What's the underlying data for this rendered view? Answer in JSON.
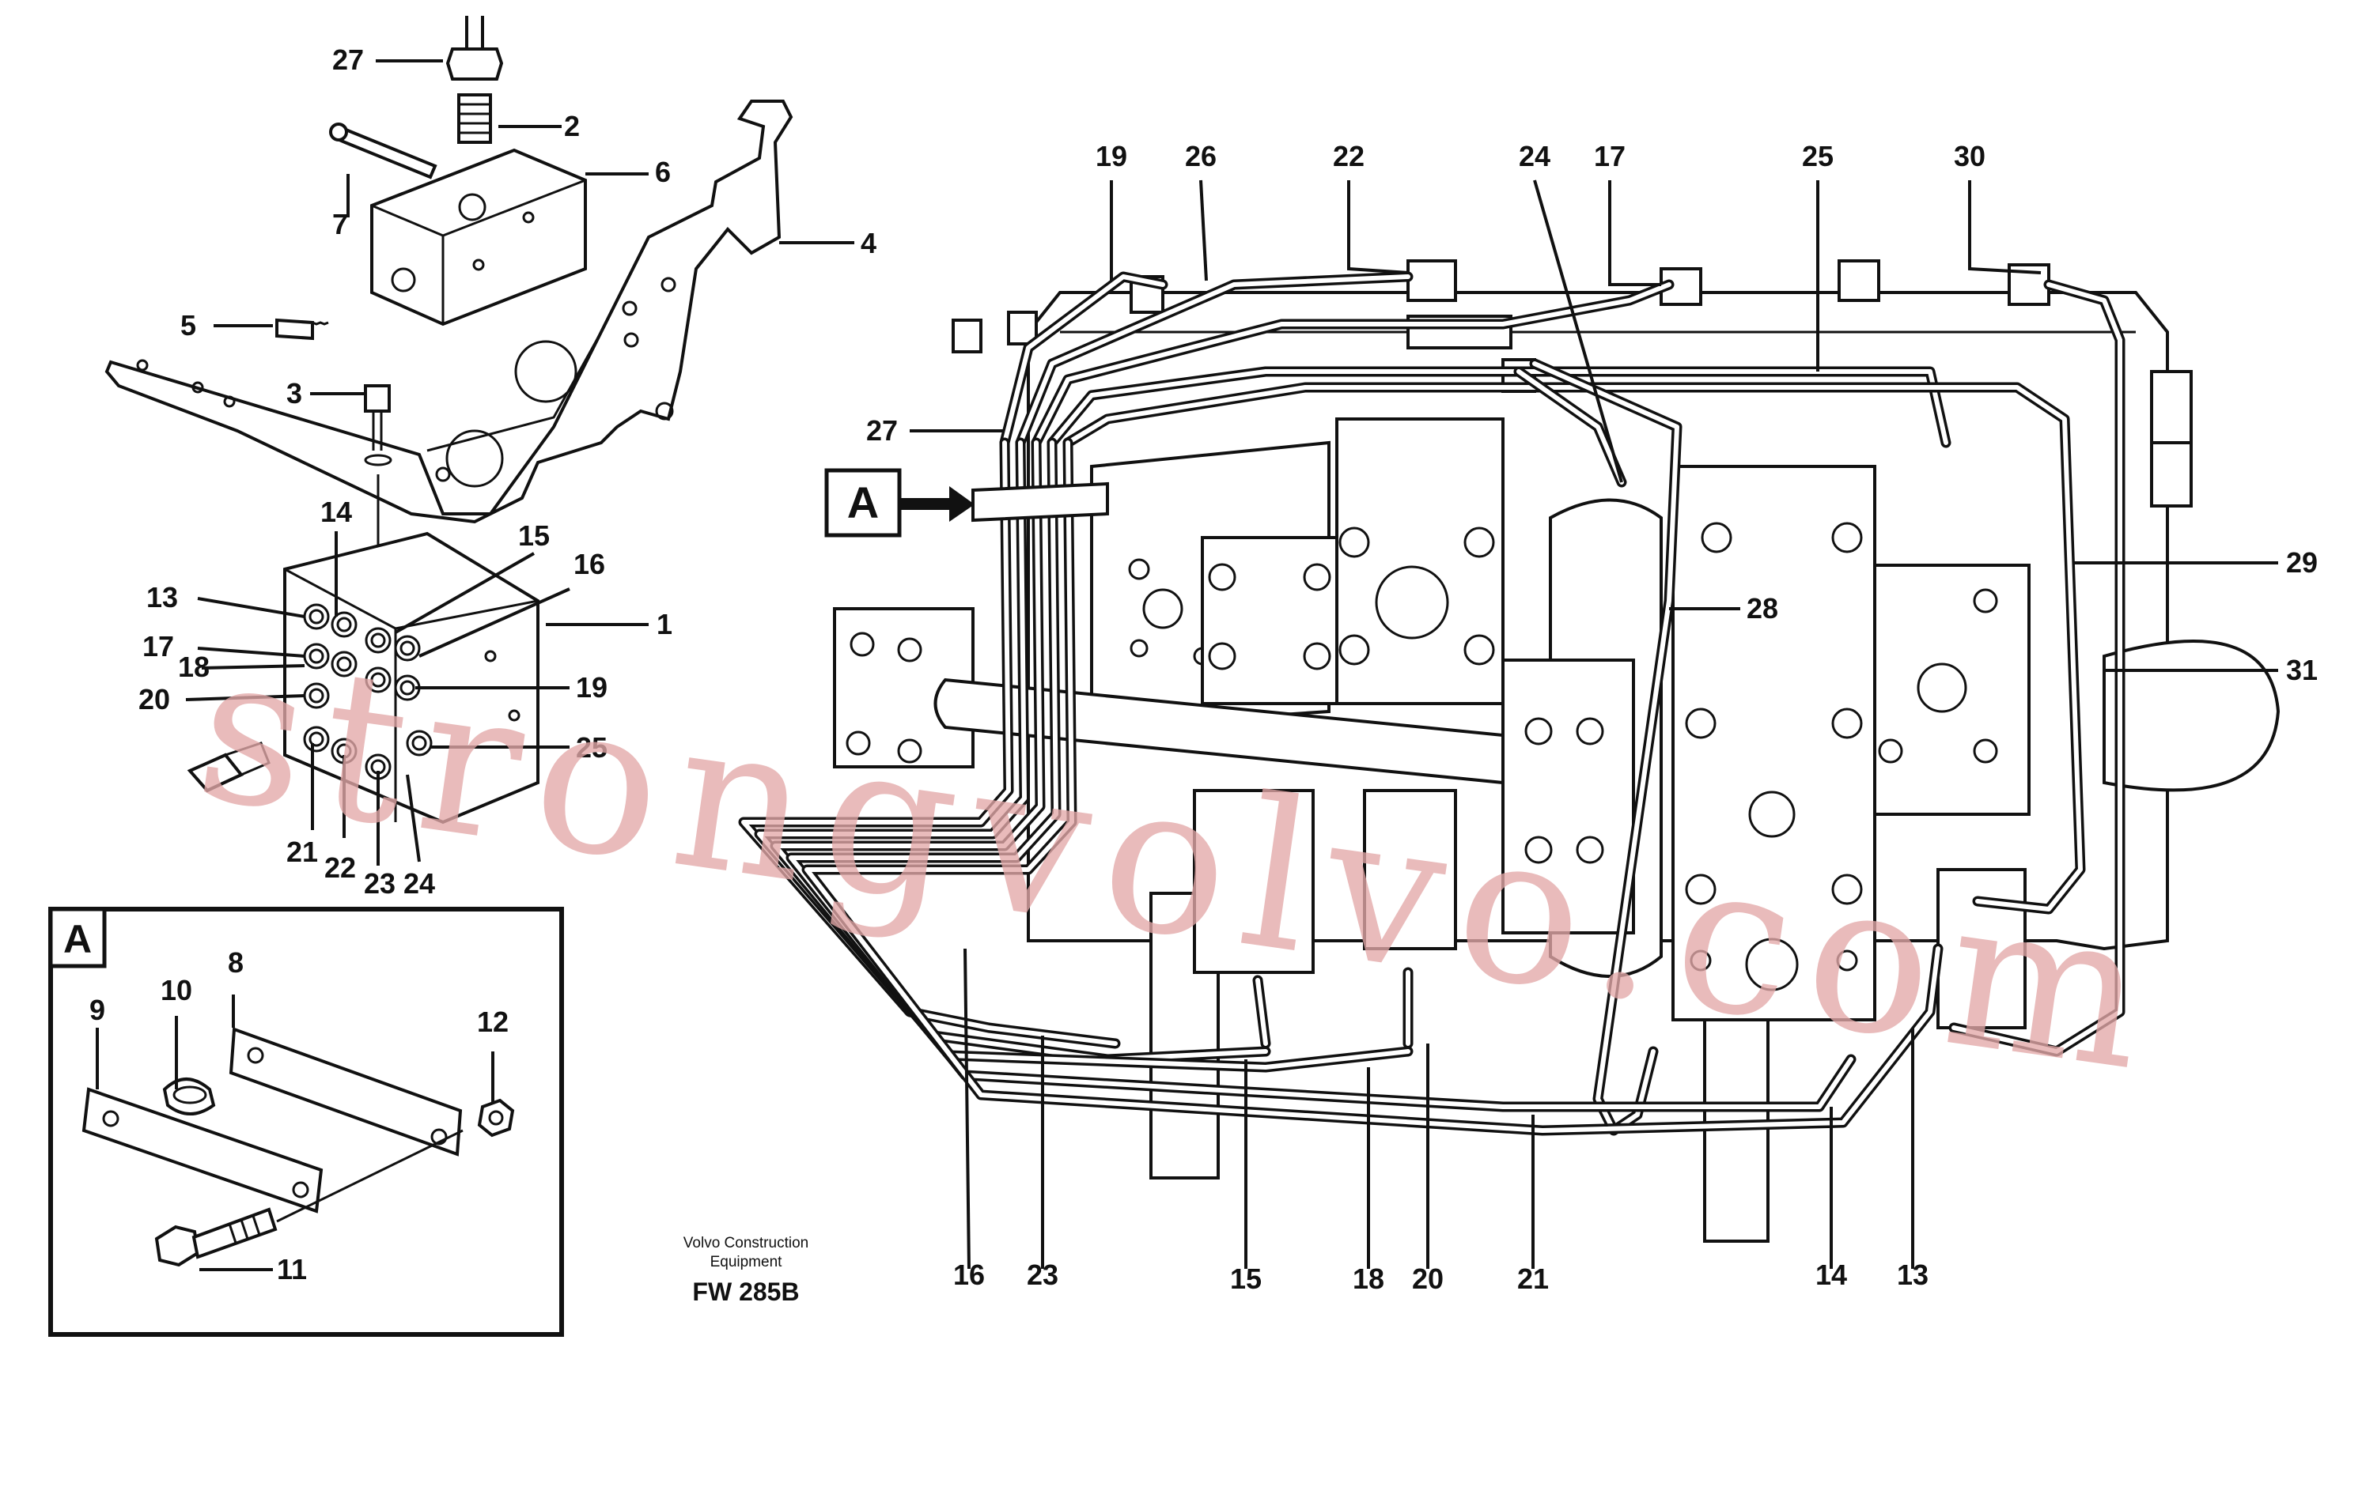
{
  "callout_labels": [
    "27",
    "2",
    "7",
    "6",
    "4",
    "5",
    "3",
    "14",
    "15",
    "16",
    "13",
    "17",
    "18",
    "20",
    "19",
    "25",
    "1",
    "21",
    "22",
    "23",
    "24",
    "19",
    "26",
    "22",
    "24",
    "17",
    "25",
    "30",
    "27",
    "28",
    "29",
    "31",
    "16",
    "23",
    "15",
    "18",
    "20",
    "21",
    "14",
    "13",
    "8",
    "9",
    "10",
    "11",
    "12"
  ],
  "detail_box": {
    "label": "A"
  },
  "view_marker": {
    "label": "A"
  },
  "caption": {
    "line1": "Volvo Construction",
    "line2": "Equipment",
    "code": "FW 285B"
  },
  "watermark": {
    "text": "strongvolvo.com",
    "color": "#e3a9a9"
  },
  "colors": {
    "ink": "#111111",
    "background": "#ffffff"
  }
}
